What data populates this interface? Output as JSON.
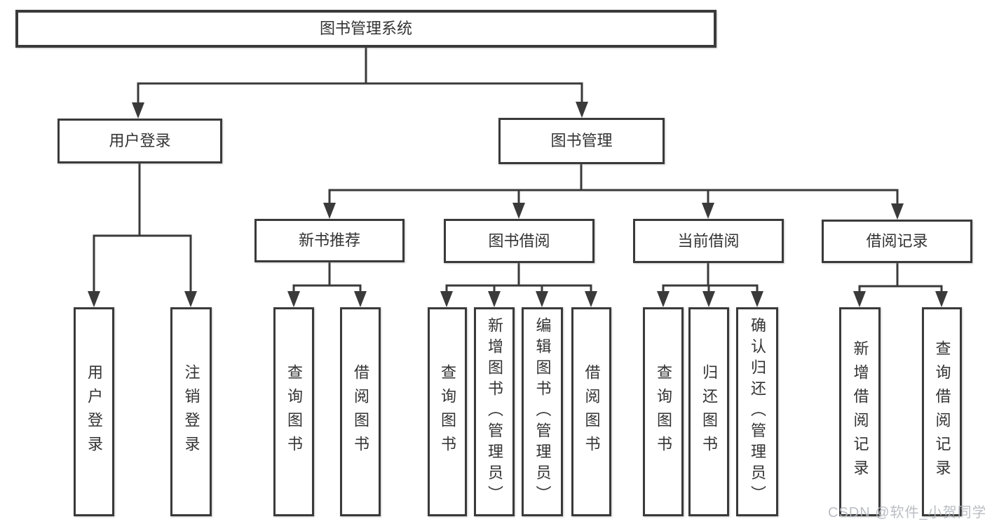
{
  "tree": {
    "label": "图书管理系统",
    "children": [
      {
        "label": "用户登录",
        "children": [
          {
            "label": "用户登录"
          },
          {
            "label": "注销登录"
          }
        ]
      },
      {
        "label": "图书管理",
        "children": [
          {
            "label": "新书推荐",
            "children": [
              {
                "label": "查询图书"
              },
              {
                "label": "借阅图书"
              }
            ]
          },
          {
            "label": "图书借阅",
            "children": [
              {
                "label": "查询图书"
              },
              {
                "label": "新增图书（管理员）"
              },
              {
                "label": "编辑图书（管理员）"
              },
              {
                "label": "借阅图书"
              }
            ]
          },
          {
            "label": "当前借阅",
            "children": [
              {
                "label": "查询图书"
              },
              {
                "label": "归还图书"
              },
              {
                "label": "确认归还（管理员）"
              }
            ]
          },
          {
            "label": "借阅记录",
            "children": [
              {
                "label": "新增借阅记录"
              },
              {
                "label": "查询借阅记录"
              }
            ]
          }
        ]
      }
    ]
  },
  "watermark": {
    "text": "CSDN @软件_小贺同学"
  },
  "colors": {
    "line": "#3a3a3a",
    "box_border": "#3a3a3a",
    "box_fill": "#ffffff",
    "text": "#333333",
    "watermark": "#b3b7bd",
    "background": "#ffffff"
  }
}
